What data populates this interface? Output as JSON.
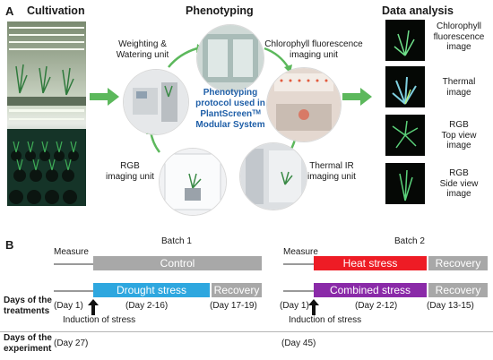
{
  "panel_a": {
    "letter": "A",
    "cultivation_title": "Cultivation",
    "phenotyping_title": "Phenotyping",
    "data_analysis_title": "Data analysis",
    "units": {
      "weighting": "Weighting &\nWatering unit",
      "chlorophyll": "Chlorophyll fluorescence\nimaging unit",
      "thermal": "Thermal IR\nimaging unit",
      "rgb": "RGB\nimaging unit"
    },
    "center_text": "Phenotyping\nprotocol used in\nPlantScreenᵀᴹ\nModular System",
    "images": [
      "Chlorophyll\nfluorescence\nimage",
      "Thermal\nimage",
      "RGB\nTop view\nimage",
      "RGB\nSide view\nimage"
    ]
  },
  "panel_b": {
    "letter": "B",
    "batch1": "Batch 1",
    "batch2": "Batch 2",
    "measure": "Measure",
    "control": "Control",
    "drought": "Drought stress",
    "heat": "Heat stress",
    "combined": "Combined stress",
    "recovery": "Recovery",
    "days_treatments": "Days of the\ntreatments",
    "days_experiment": "Days of the\nexperiment",
    "induction": "Induction of stress",
    "b1_days": [
      "(Day 1)",
      "(Day 2-16)",
      "(Day 17-19)"
    ],
    "b2_days": [
      "(Day 1)",
      "(Day 2-12)",
      "(Day 13-15)"
    ],
    "exp_days": [
      "(Day 27)",
      "(Day 45)"
    ],
    "colors": {
      "drought": "#2ea7df",
      "heat": "#ee1c25",
      "combined": "#8a2aa8",
      "gray": "#a8a8a8",
      "arrow": "#5cb85c"
    }
  }
}
